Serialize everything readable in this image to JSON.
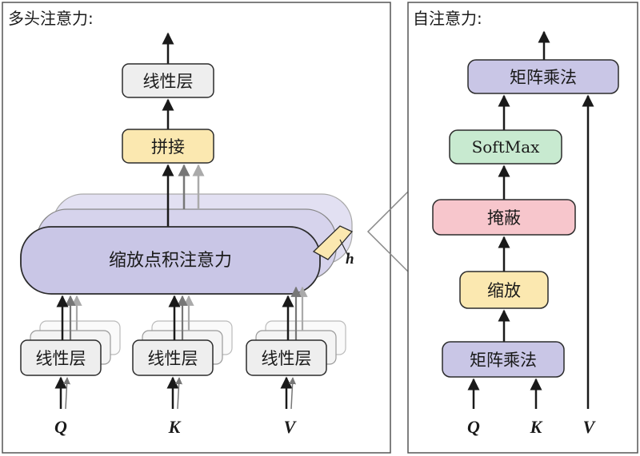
{
  "left_panel": {
    "title": "多头注意力:",
    "top_box": "线性层",
    "concat_box": "拼接",
    "attention_box": "缩放点积注意力",
    "head_count_label": "h",
    "input_boxes": [
      "线性层",
      "线性层",
      "线性层"
    ],
    "inputs": [
      "Q",
      "K",
      "V"
    ]
  },
  "right_panel": {
    "title": "自注意力:",
    "steps": [
      "矩阵乘法",
      "SoftMax",
      "掩蔽",
      "缩放",
      "矩阵乘法"
    ],
    "inputs": [
      "Q",
      "K",
      "V"
    ]
  },
  "colors": {
    "purple_box": "#c9c6e6",
    "yellow_box": "#fbe8b0",
    "green_box": "#c8ead0",
    "pink_box": "#f7c6cc",
    "gray_box": "#eeeeee",
    "border": "#2b2b2b"
  }
}
